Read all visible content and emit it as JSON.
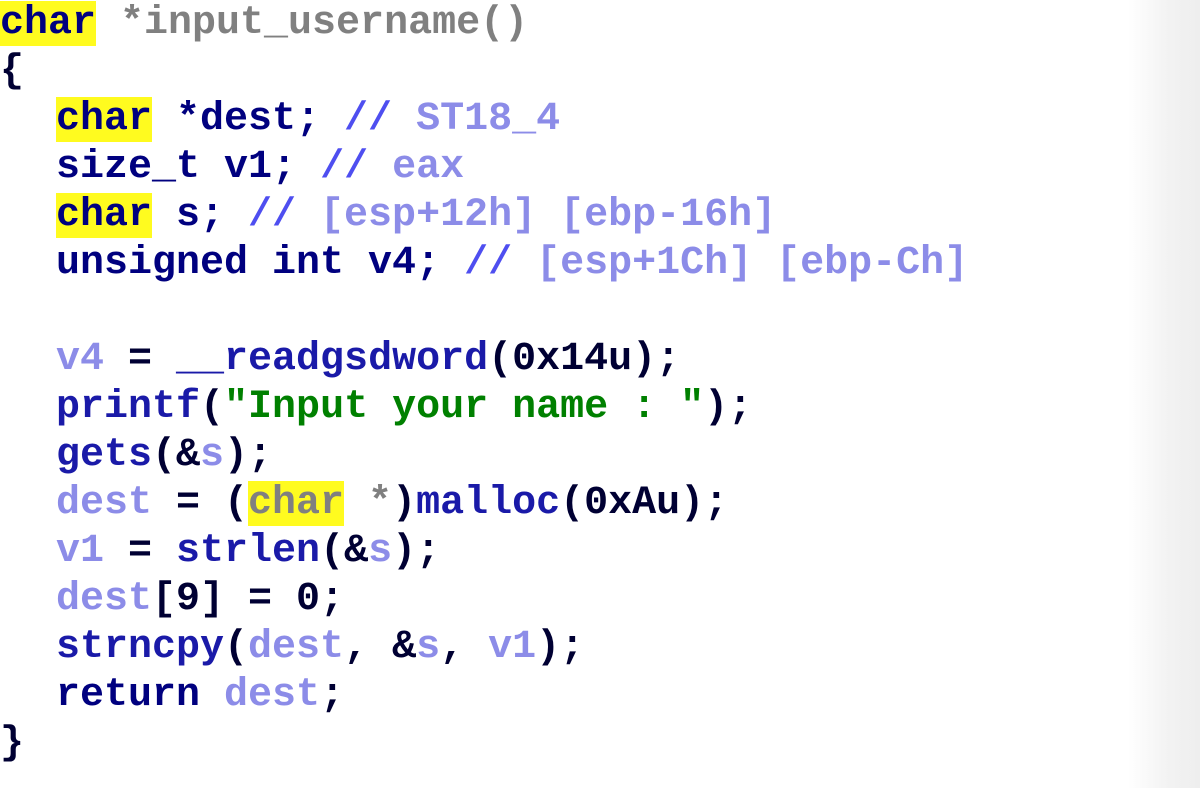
{
  "code": {
    "signature": {
      "type_kw": "char",
      "rest": " *input_username()"
    },
    "open_brace": "{",
    "close_brace": "}",
    "decls": [
      {
        "type": "char",
        "highlight": true,
        "name": " *dest; ",
        "comment_slashes": "// ",
        "comment": "ST18_4"
      },
      {
        "type": "size_t",
        "highlight": false,
        "name": " v1; ",
        "comment_slashes": "// ",
        "comment": "eax"
      },
      {
        "type": "char",
        "highlight": true,
        "name": " s; ",
        "comment_slashes": "// ",
        "comment": "[esp+12h] [ebp-16h]"
      },
      {
        "type": "unsigned int",
        "highlight": false,
        "name": " v4; ",
        "comment_slashes": "// ",
        "comment": "[esp+1Ch] [ebp-Ch]"
      }
    ],
    "stmt1": {
      "var": "v4",
      "eq": " = ",
      "fn": "__readgsdword",
      "args": "(0x14u);"
    },
    "stmt2": {
      "fn": "printf",
      "open": "(",
      "str": "\"Input your name : \"",
      "close": ");"
    },
    "stmt3": {
      "fn": "gets",
      "open": "(&",
      "var": "s",
      "close": ");"
    },
    "stmt4": {
      "var": "dest",
      "eq": " = (",
      "cast": "char",
      "cast_rest": " *",
      "close_cast": ")",
      "fn": "malloc",
      "args": "(0xAu);"
    },
    "stmt5": {
      "var": "v1",
      "eq": " = ",
      "fn": "strlen",
      "open": "(&",
      "arg": "s",
      "close": ");"
    },
    "stmt6": {
      "var": "dest",
      "rest": "[9] = 0;"
    },
    "stmt7": {
      "fn": "strncpy",
      "open": "(",
      "a1": "dest",
      "sep1": ", &",
      "a2": "s",
      "sep2": ", ",
      "a3": "v1",
      "close": ");"
    },
    "stmt8": {
      "kw": "return",
      "sp": " ",
      "var": "dest",
      "semi": ";"
    }
  },
  "colors": {
    "keyword": "#00007f",
    "highlight": "#fffb1f",
    "comment": "#4e4ef0",
    "variable": "#8c8ce8",
    "function": "#1a1aa8",
    "string": "#008000",
    "signature": "#808080"
  }
}
